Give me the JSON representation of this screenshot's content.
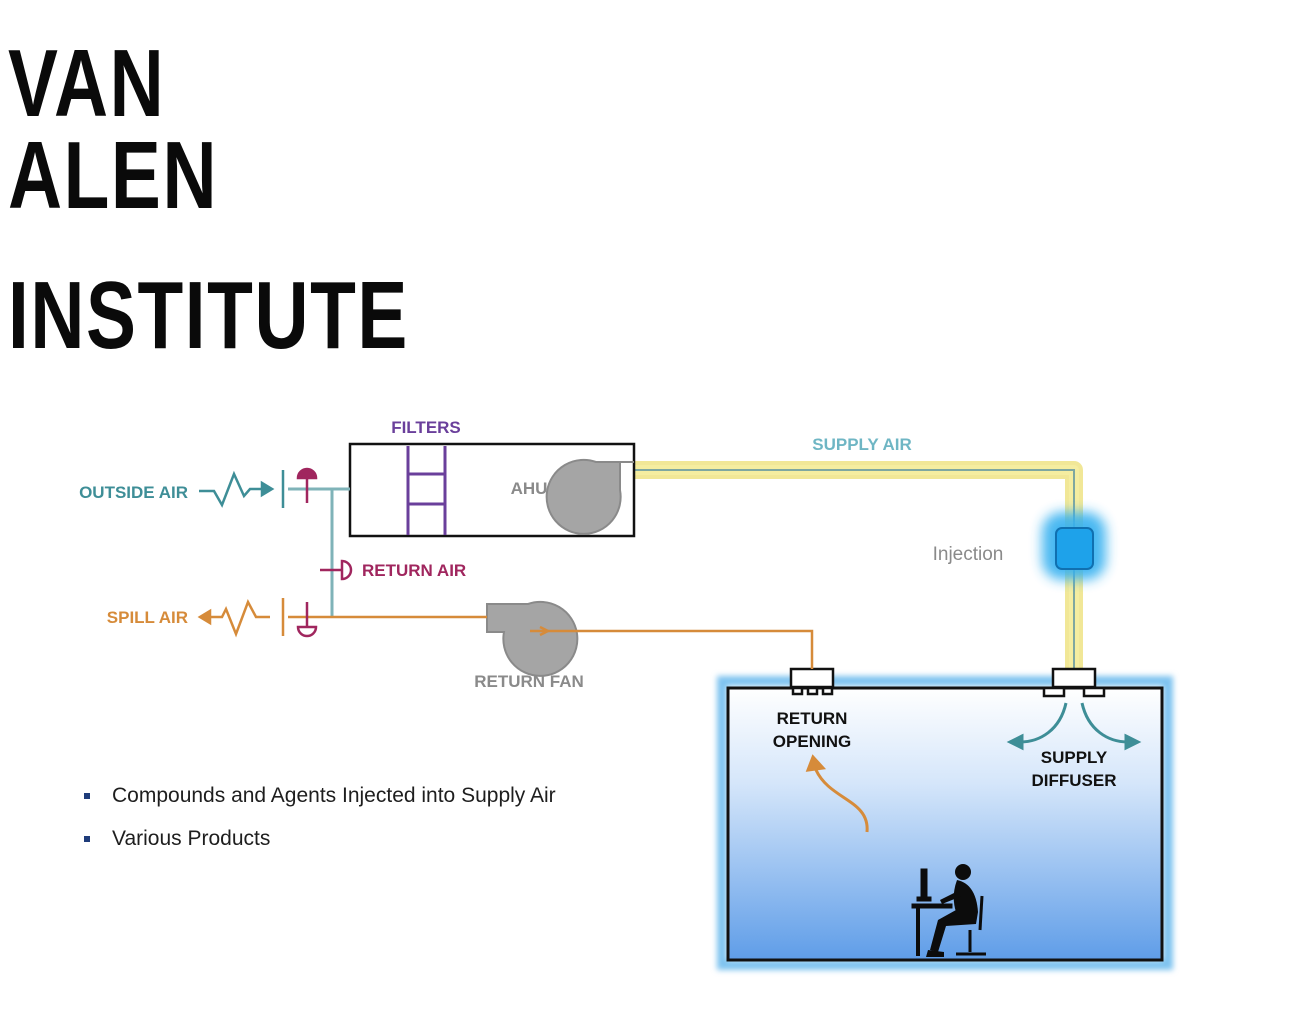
{
  "logo": {
    "line1": "VAN",
    "line2": "ALEN",
    "line3": "INSTITUTE"
  },
  "diagram": {
    "labels": {
      "filters": "FILTERS",
      "ahu": "AHU",
      "supply_air": "SUPPLY AIR",
      "injection": "Injection",
      "outside_air": "OUTSIDE AIR",
      "return_air": "RETURN AIR",
      "spill_air": "SPILL AIR",
      "return_fan": "RETURN FAN",
      "return_opening_1": "RETURN",
      "return_opening_2": "OPENING",
      "supply_diffuser_1": "SUPPLY",
      "supply_diffuser_2": "DIFFUSER"
    },
    "colors": {
      "outside": "#3e8e97",
      "return": "#a0265e",
      "spill": "#d68b3a",
      "filters": "#6a3f9b",
      "supply_glow": "#f0e48c",
      "injection": "#2aa4e8",
      "gray": "#8a8a8a"
    }
  },
  "bullets": [
    "Compounds and Agents Injected into Supply Air",
    "Various Products"
  ]
}
